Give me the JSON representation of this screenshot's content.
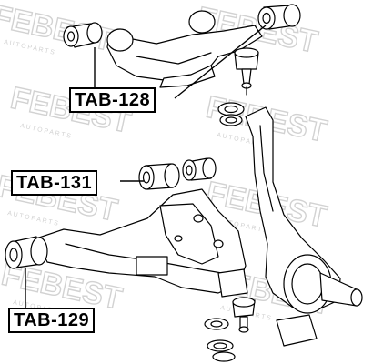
{
  "watermark": {
    "brand": "FEBEST",
    "tagline": "A U T O   P A R T S",
    "color": "#d2d2d2"
  },
  "part_labels": {
    "upper": "TAB-128",
    "middle": "TAB-131",
    "lower": "TAB-129"
  },
  "colors": {
    "line": "#000000",
    "background": "#ffffff"
  }
}
